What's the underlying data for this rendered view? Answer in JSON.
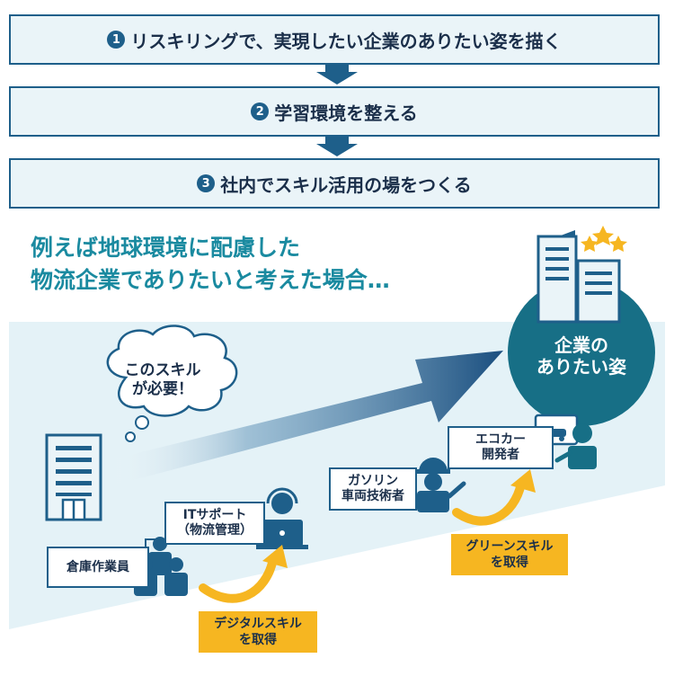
{
  "steps": [
    {
      "num": "1",
      "label": "リスキリングで、実現したい企業のありたい姿を描く"
    },
    {
      "num": "2",
      "label": "学習環境を整える"
    },
    {
      "num": "3",
      "label": "社内でスキル活用の場をつくる"
    }
  ],
  "headline": {
    "line1": "例えば地球環境に配慮した",
    "line2": "物流企業でありたいと考えた場合…"
  },
  "thought_bubble": "このスキル\nが必要！",
  "goal": "企業の\nありたい姿",
  "roles": {
    "warehouse": "倉庫作業員",
    "it_support": "ITサポート\n（物流管理）",
    "gasoline": "ガソリン\n車両技術者",
    "eco_car": "エコカー\n開発者"
  },
  "skills": {
    "digital": "デジタルスキル\nを取得",
    "green": "グリーンスキル\nを取得"
  },
  "colors": {
    "navy": "#1e5f8a",
    "teal": "#176f86",
    "accent": "#1a8aa0",
    "yellow": "#f6b621",
    "band": "#e4f2f7"
  }
}
